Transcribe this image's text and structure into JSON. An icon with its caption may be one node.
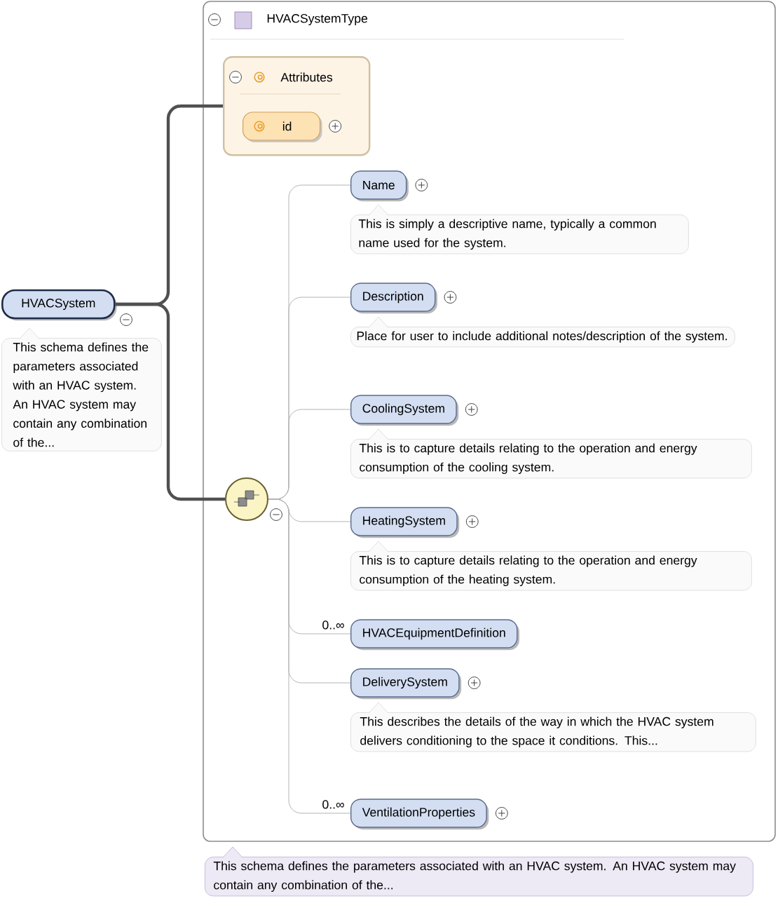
{
  "diagram": {
    "nodes": [
      {
        "text": [
          "HVACSystem"
        ]
      },
      {
        "text": [
          "This schema defines the parameters associated with an HVAC system. An HVAC system may contain any combination of the..."
        ]
      },
      {
        "text": [
          "HVACSystemType"
        ]
      },
      {
        "text": [
          "Attributes"
        ],
        "in": 2
      },
      {
        "text": [
          "id"
        ],
        "in": 3
      },
      {
        "text": [],
        "shape": "circle",
        "in": 2
      },
      {
        "text": [
          "Name"
        ],
        "in": 2
      },
      {
        "text": [
          "This is simply a descriptive name, typically a common name used for the system."
        ],
        "in": 2
      },
      {
        "text": [
          "Description"
        ],
        "in": 2
      },
      {
        "text": [
          "Place for user to include additional notes/description of the system."
        ],
        "in": 2
      },
      {
        "text": [
          "CoolingSystem"
        ],
        "in": 2
      },
      {
        "text": [
          "This is to capture details relating to the operation and energy consumption of the cooling system."
        ],
        "in": 2
      },
      {
        "text": [
          "HeatingSystem"
        ],
        "in": 2
      },
      {
        "text": [
          "This is to capture details relating to the operation and energy consumption of the heating system."
        ],
        "in": 2
      },
      {
        "text": [
          "HVACEquipmentDefinition"
        ],
        "beside": [
          "0..∞"
        ],
        "in": 2
      },
      {
        "text": [
          "DeliverySystem"
        ],
        "in": 2
      },
      {
        "text": [
          "This describes the details of the way in which the HVAC system delivers conditioning to the space it conditions. This..."
        ],
        "in": 2
      },
      {
        "text": [
          "VentilationProperties"
        ],
        "beside": [
          "0..∞"
        ],
        "in": 2
      },
      {
        "text": [
          "This schema defines the parameters associated with an HVAC system. An HVAC system may contain any combination of the..."
        ]
      }
    ],
    "edges": [
      {
        "from": 0,
        "to": 3,
        "arrow": "none",
        "style": "thick",
        "color": "#505050"
      },
      {
        "from": 0,
        "to": 5,
        "arrow": "none",
        "style": "thick",
        "color": "#505050"
      },
      {
        "from": 5,
        "to": 6,
        "arrow": "none"
      },
      {
        "from": 5,
        "to": 8,
        "arrow": "none"
      },
      {
        "from": 5,
        "to": 10,
        "arrow": "none"
      },
      {
        "from": 5,
        "to": 12,
        "arrow": "none"
      },
      {
        "from": 5,
        "to": 14,
        "arrow": "none"
      },
      {
        "from": 5,
        "to": 15,
        "arrow": "none"
      },
      {
        "from": 5,
        "to": 17,
        "arrow": "none"
      }
    ]
  }
}
